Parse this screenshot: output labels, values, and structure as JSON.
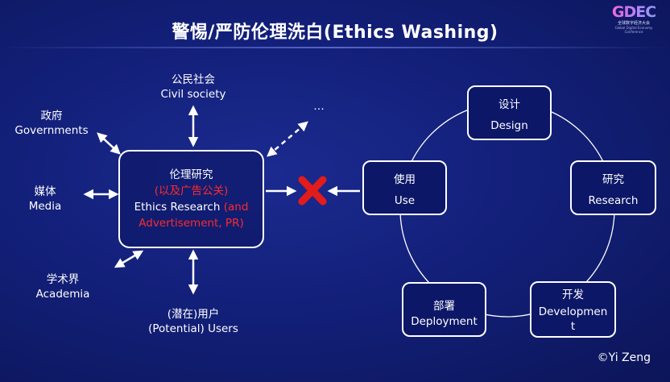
{
  "title": "警惕/严防伦理洗白(Ethics Washing)",
  "logo": {
    "mark": "GDEC",
    "line1": "全球数字经济大会",
    "line2": "Global Digital Economy Conference"
  },
  "center_box": {
    "title": "伦理研究",
    "red_line": "(以及广告公关)",
    "english": "Ethics Research",
    "english_red_1": "(and",
    "english_red_2": "Advertisement, PR)"
  },
  "stakeholders": {
    "civil": {
      "zh": "公民社会",
      "en": "Civil society"
    },
    "gov": {
      "zh": "政府",
      "en": "Governments"
    },
    "media": {
      "zh": "媒体",
      "en": "Media"
    },
    "academia": {
      "zh": "学术界",
      "en": "Academia"
    },
    "users": {
      "zh": "(潜在)用户",
      "en": "(Potential) Users"
    },
    "more": "…"
  },
  "cycle": {
    "design": {
      "zh": "设计",
      "en": "Design"
    },
    "research": {
      "zh": "研究",
      "en": "Research"
    },
    "develop": {
      "zh": "开发",
      "en_1": "Developmen",
      "en_2": "t"
    },
    "deploy": {
      "zh": "部署",
      "en": "Deployment"
    },
    "use": {
      "zh": "使用",
      "en": "Use"
    }
  },
  "credit": "©Yi Zeng",
  "colors": {
    "accent_red": "#ff2a2a",
    "background": "#13207a"
  }
}
